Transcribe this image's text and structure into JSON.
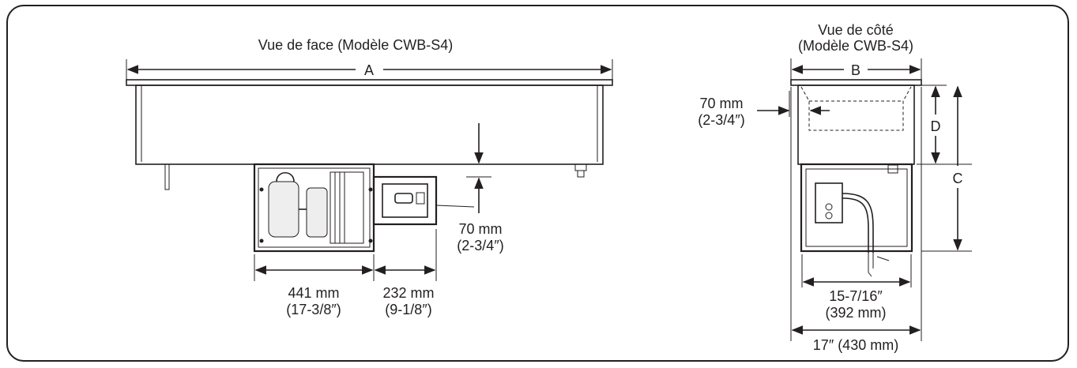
{
  "front_view": {
    "title": "Vue de face (Modèle CWB-S4)",
    "dim_a": "A",
    "drop_mm": "70 mm",
    "drop_in": "(2-3/4″)",
    "width_unit_mm": "441 mm",
    "width_unit_in": "(17-3/8″)",
    "width_box_mm": "232 mm",
    "width_box_in": "(9-1/8″)"
  },
  "side_view": {
    "title_line1": "Vue de côté",
    "title_line2": "(Modèle CWB-S4)",
    "dim_b": "B",
    "dim_c": "C",
    "dim_d": "D",
    "gap_mm": "70 mm",
    "gap_in": "(2-3/4″)",
    "inner_width_in": "15-7/16″",
    "inner_width_mm": "(392 mm)",
    "outer_width": "17″ (430 mm)"
  },
  "colors": {
    "ink": "#231f20",
    "frame": "#231f20"
  }
}
